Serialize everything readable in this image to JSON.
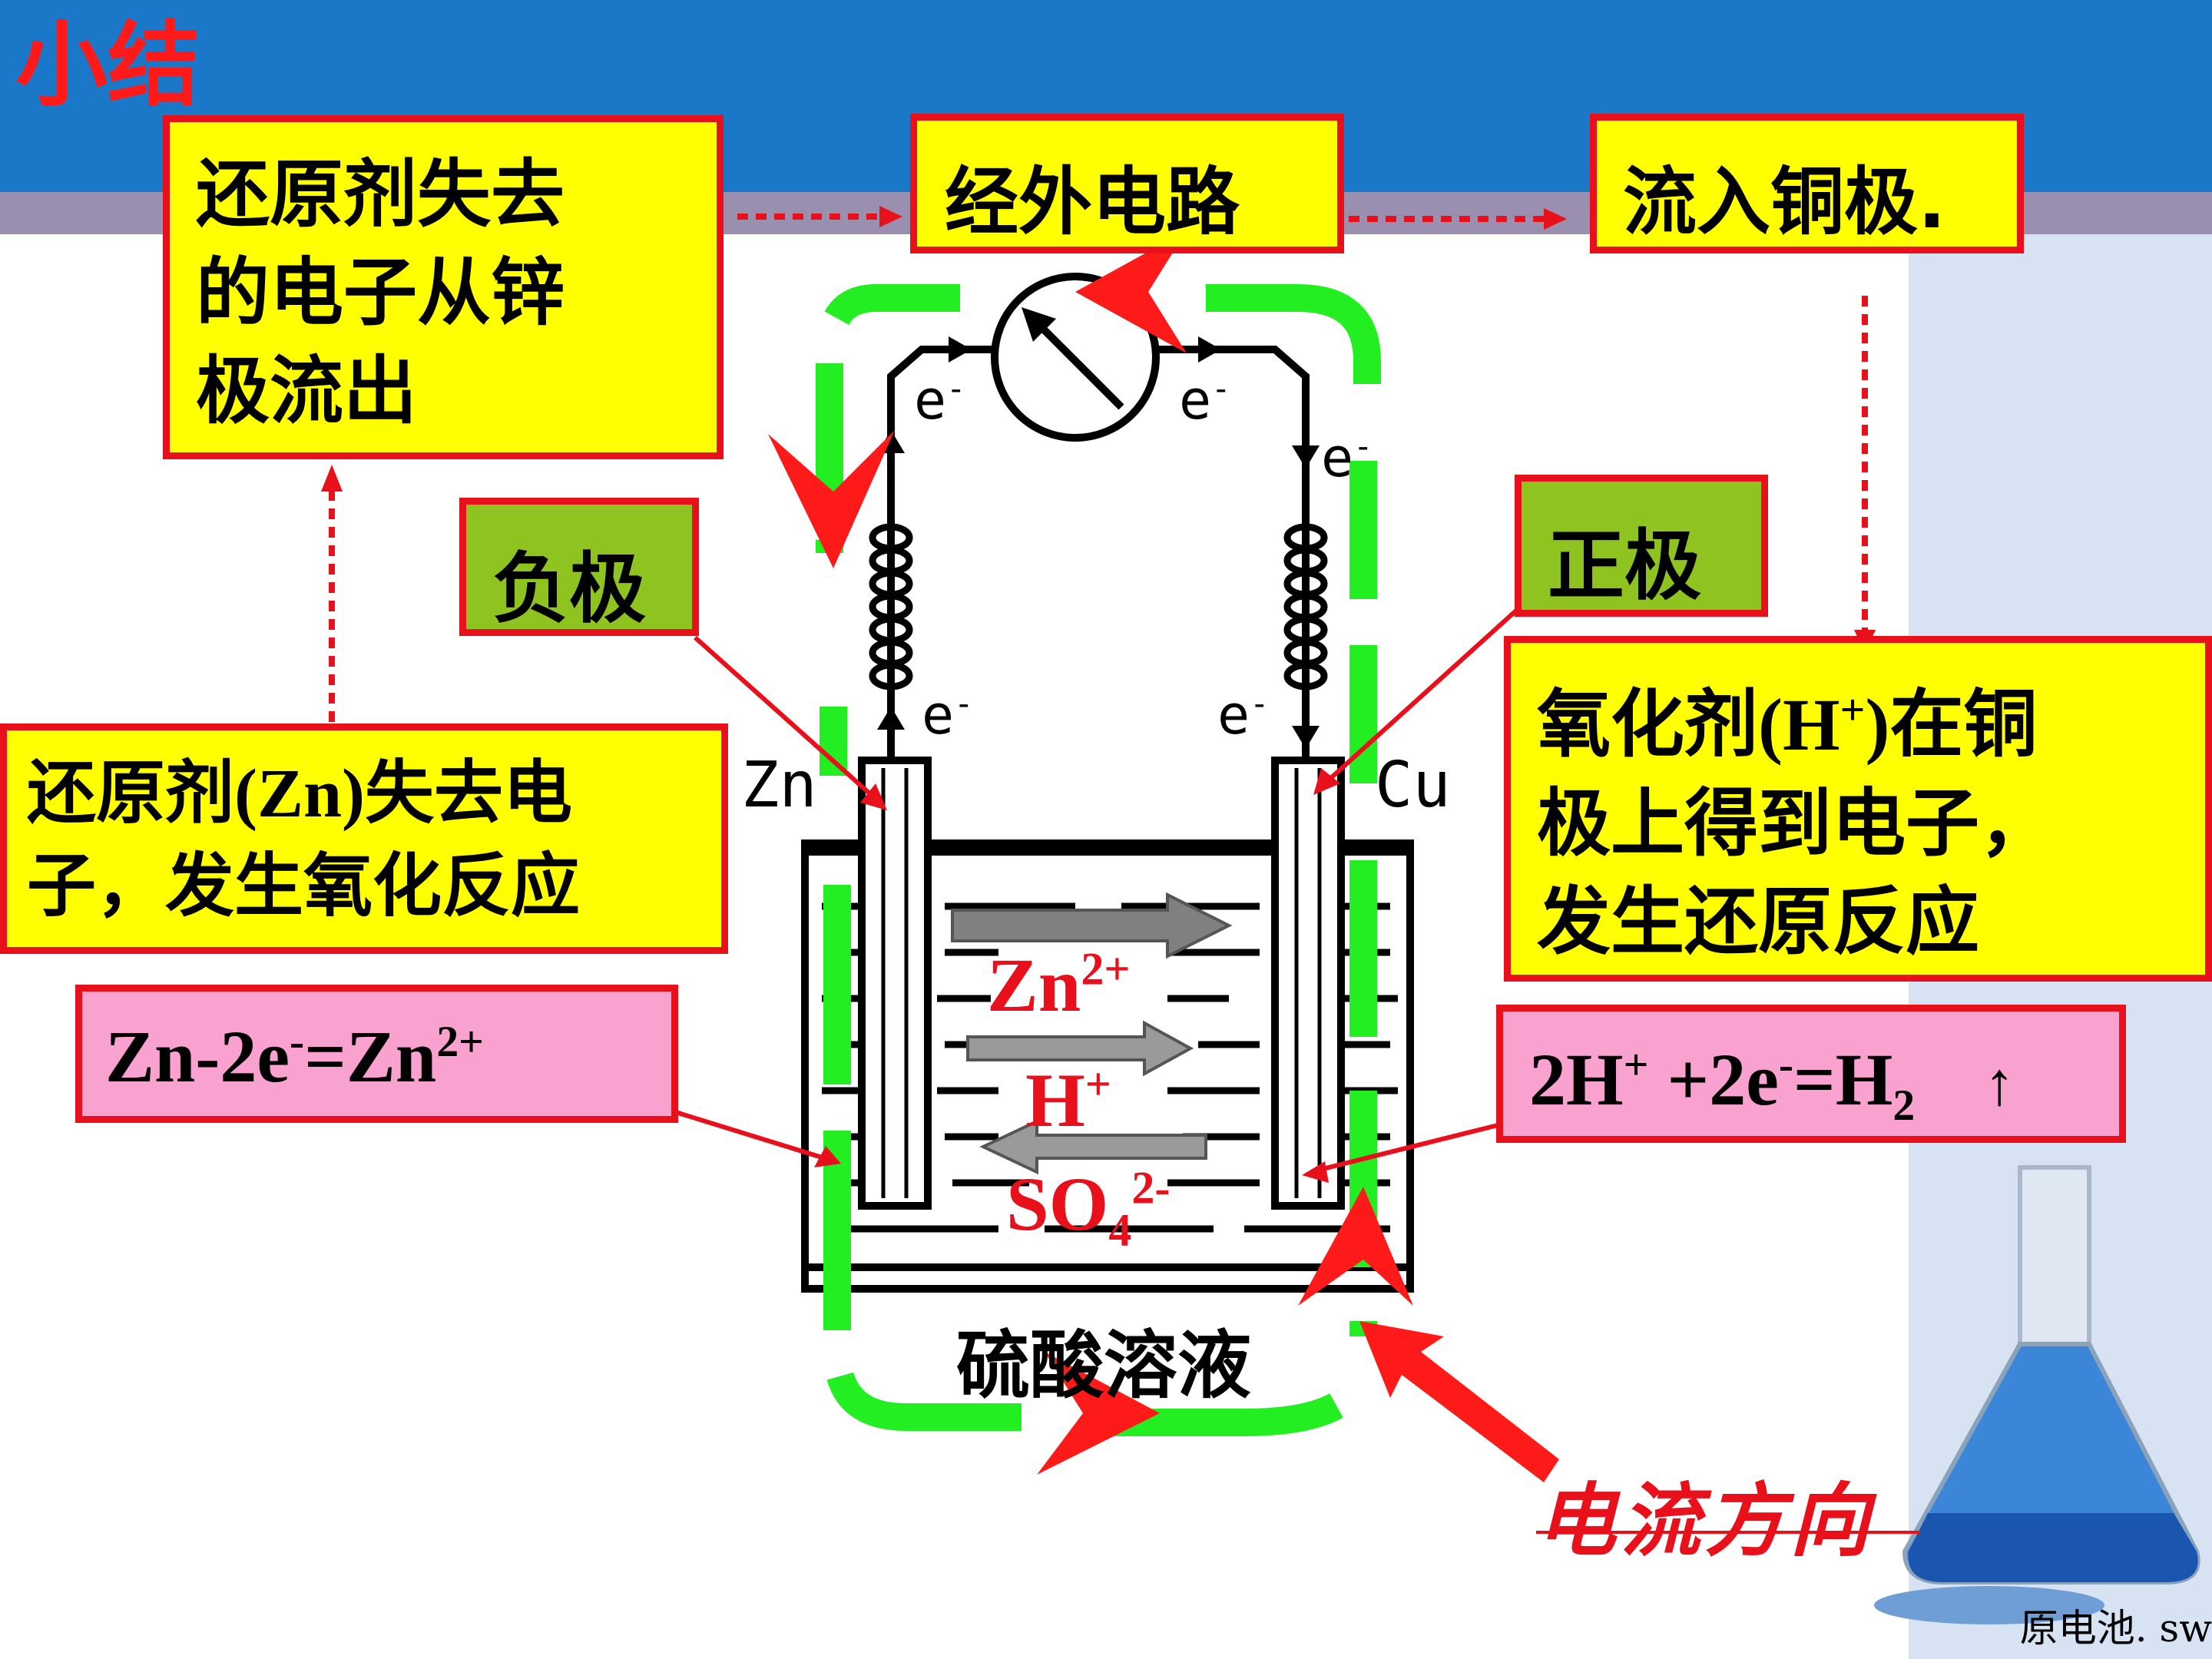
{
  "slide": {
    "title": "小结"
  },
  "boxes": {
    "zinc_flow": {
      "lines": [
        "还原剂失去",
        "的电子从锌",
        "极流出"
      ]
    },
    "external_circuit": {
      "text": "经外电路"
    },
    "into_copper": {
      "text": "流入铜极."
    },
    "negative": {
      "text": "负极"
    },
    "positive": {
      "text": "正极"
    },
    "oxidation": {
      "line1_pre": "还原剂",
      "line1_formula": "(Zn)",
      "line1_post": "失去电",
      "line2": "子，发生氧化反应"
    },
    "reduction": {
      "line1_pre": "氧化剂",
      "line1_formula_pre": "(H",
      "line1_formula_sup": "+",
      "line1_formula_post": ")",
      "line1_post": "在铜",
      "line2": "极上得到电子，",
      "line3": "发生还原反应"
    },
    "anode_eq": {
      "a": "Zn-2e",
      "a_sup": "-",
      "b": "=Zn",
      "b_sup": "2+"
    },
    "cathode_eq": {
      "a": "2H",
      "a_sup": "+",
      "b": " +2e",
      "b_sup": "-",
      "c": "=H",
      "c_sub": "2",
      "d": "↑"
    }
  },
  "apparatus": {
    "zn_label": "Zn",
    "cu_label": "Cu",
    "electron": "e",
    "electron_sup": "-",
    "solution_label": "硫酸溶液",
    "ion_zn": "Zn",
    "ion_zn_sup": "2+",
    "ion_h": "H",
    "ion_h_sup": "+",
    "ion_so4": "SO",
    "ion_so4_sub": "4",
    "ion_so4_sup": "2-"
  },
  "current_label": "电流方向",
  "footer": "原电池. sw",
  "colors": {
    "header": "#1b78c8",
    "box_border": "#e8101a",
    "yellow": "#ffff00",
    "green": "#8fc31f",
    "pink": "#f9a2cf",
    "current_loop": "#22ee22",
    "arrow_red": "#ff1a1a"
  }
}
